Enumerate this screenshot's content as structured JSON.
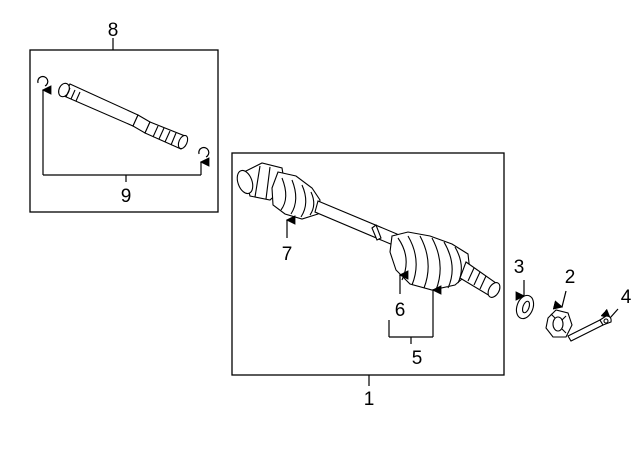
{
  "callouts": {
    "c1": "1",
    "c2": "2",
    "c3": "3",
    "c4": "4",
    "c5": "5",
    "c6": "6",
    "c7": "7",
    "c8": "8",
    "c9": "9"
  },
  "parts": [
    {
      "callout": "1",
      "icon": "axle-assembly"
    },
    {
      "callout": "2",
      "icon": "axle-nut"
    },
    {
      "callout": "3",
      "icon": "washer"
    },
    {
      "callout": "4",
      "icon": "cotter-pin"
    },
    {
      "callout": "5",
      "icon": "outer-boot-clamps"
    },
    {
      "callout": "6",
      "icon": "outer-cv-boot"
    },
    {
      "callout": "7",
      "icon": "inner-cv-boot"
    },
    {
      "callout": "8",
      "icon": "intermediate-shaft"
    },
    {
      "callout": "9",
      "icon": "snap-rings"
    }
  ]
}
